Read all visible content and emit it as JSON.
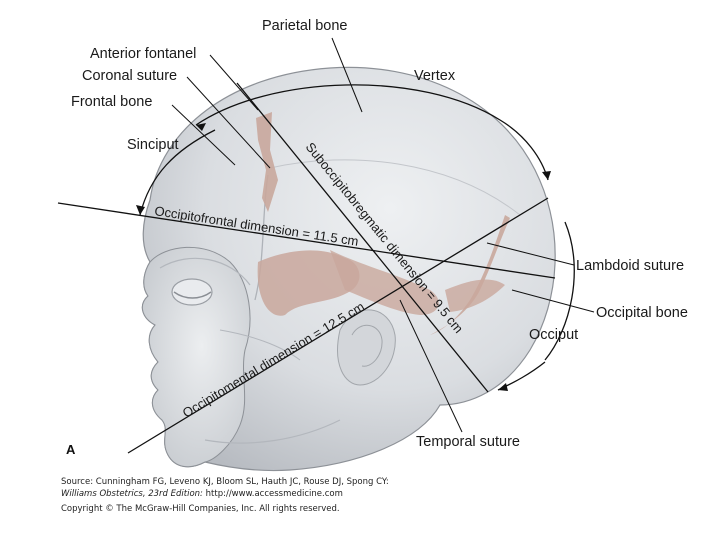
{
  "labels": {
    "parietal_bone": "Parietal bone",
    "anterior_fontanel": "Anterior fontanel",
    "coronal_suture": "Coronal suture",
    "frontal_bone": "Frontal bone",
    "vertex": "Vertex",
    "sinciput": "Sinciput",
    "lambdoid_suture": "Lambdoid suture",
    "occipital_bone": "Occipital bone",
    "occiput": "Occiput",
    "temporal_suture": "Temporal suture"
  },
  "dimensions": {
    "occipitofrontal": "Occipitofrontal dimension = 11.5 cm",
    "suboccipitobregmatic": "Suboccipitobregmatic dimension = 9.5 cm",
    "occipitomental": "Occipitomental dimension = 12.5 cm"
  },
  "panel_letter": "A",
  "source": {
    "line1": "Source: Cunningham FG, Leveno KJ, Bloom SL, Hauth JC, Rouse DJ, Spong CY:",
    "book_title": "Williams Obstetrics, 23rd Edition:",
    "url": " http://www.accessmedicine.com",
    "copyright": "Copyright © The McGraw-Hill Companies, Inc. All rights reserved."
  },
  "colors": {
    "skull_fill": "#dcdfe3",
    "skull_shadow": "#b9bdc3",
    "suture_fill": "#c9a79c",
    "line": "#111111"
  }
}
